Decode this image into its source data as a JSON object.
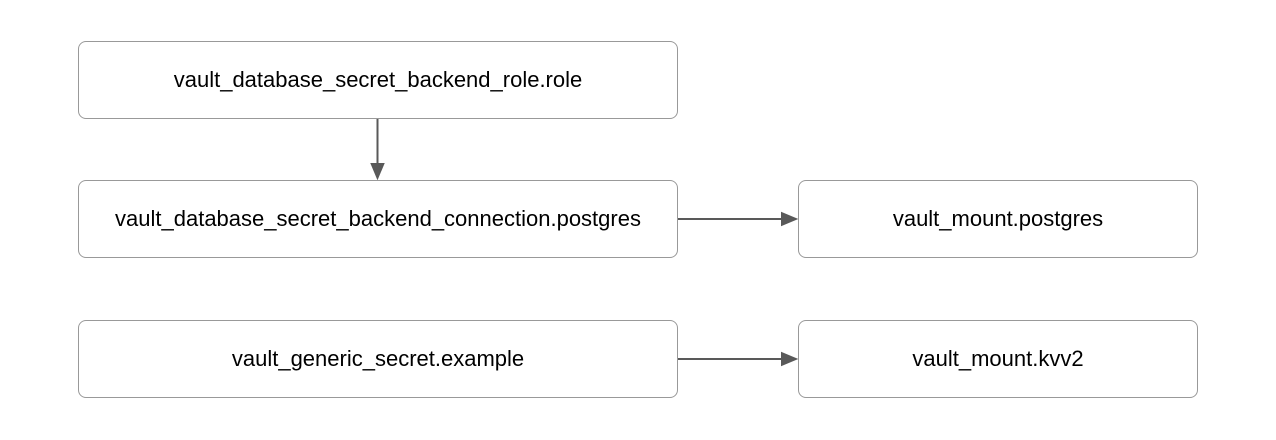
{
  "diagram": {
    "colors": {
      "background": "#ffffff",
      "node_fill": "#ffffff",
      "node_border": "#999999",
      "text": "#000000",
      "arrow": "#595959"
    },
    "nodes": [
      {
        "id": "role",
        "label": "vault_database_secret_backend_role.role"
      },
      {
        "id": "connection",
        "label": "vault_database_secret_backend_connection.postgres"
      },
      {
        "id": "mount_pg",
        "label": "vault_mount.postgres"
      },
      {
        "id": "generic",
        "label": "vault_generic_secret.example"
      },
      {
        "id": "mount_kvv2",
        "label": "vault_mount.kvv2"
      }
    ],
    "edges": [
      {
        "from": "role",
        "to": "connection",
        "direction": "down"
      },
      {
        "from": "connection",
        "to": "mount_pg",
        "direction": "right"
      },
      {
        "from": "generic",
        "to": "mount_kvv2",
        "direction": "right"
      }
    ]
  }
}
